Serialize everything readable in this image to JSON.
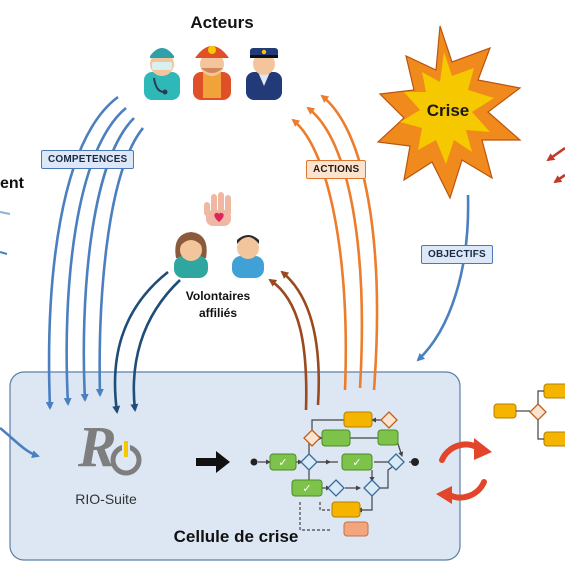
{
  "title_actors": "Acteurs",
  "title_volunteers_line1": "Volontaires",
  "title_volunteers_line2": "affiliés",
  "crisis_label": "Crise",
  "left_cut_label": "ent",
  "cell_label": "Cellule de crise",
  "rio_label": "RIO-Suite",
  "flow_labels": {
    "competences": "COMPETENCES",
    "actions": "ACTIONS",
    "objectifs": "OBJECTIFS"
  },
  "colors": {
    "blue_arrow": "#4a7fc0",
    "dark_blue_arrow": "#1f4d7a",
    "orange_arrow": "#ec7d2c",
    "brown_arrow": "#9b4a1f",
    "red_arrow": "#c0392b",
    "cell_fill": "#dde7f3",
    "cell_border": "#5b7fa8",
    "task_green": "#7dc24b",
    "task_orange": "#f5b400",
    "task_salmon": "#f4a57b",
    "gateway": "#d9eaf7",
    "explosion_outer": "#f08a1c",
    "explosion_inner": "#f6c800"
  },
  "icons": [
    "doctor-icon",
    "firefighter-icon",
    "police-icon",
    "hand-heart-icon",
    "woman-icon",
    "man-icon",
    "rio-logo-icon",
    "right-arrow-icon",
    "cycle-arrows-icon",
    "explosion-icon"
  ]
}
